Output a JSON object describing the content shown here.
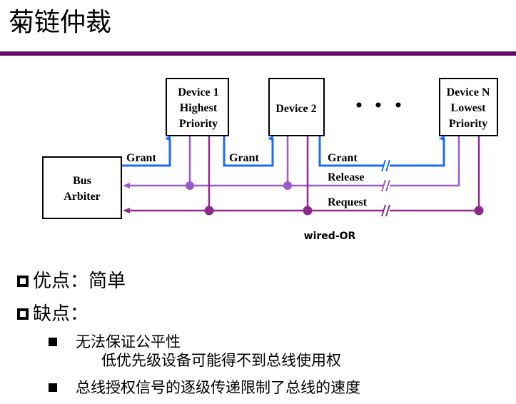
{
  "slide": {
    "title": "菊链仲裁",
    "accent_color": "#660a6e"
  },
  "diagram": {
    "arbiter": {
      "line1": "Bus",
      "line2": "Arbiter"
    },
    "devices": [
      {
        "id": "device-1",
        "lines": [
          "Device 1",
          "Highest",
          "Priority"
        ]
      },
      {
        "id": "device-2",
        "lines": [
          "Device 2"
        ]
      },
      {
        "id": "device-n",
        "lines": [
          "Device N",
          "Lowest",
          "Priority"
        ]
      }
    ],
    "ellipsis": "• • •",
    "signals": {
      "grant": "Grant",
      "release": "Release",
      "request": "Request"
    },
    "wired_or_label": "wired-OR",
    "colors": {
      "grant": "#1a6cf5",
      "release": "#9b59d0",
      "request": "#8e2a8e",
      "box_border": "#000000"
    }
  },
  "content": {
    "pros": {
      "label": "优点：简单"
    },
    "cons": {
      "label": "缺点：",
      "items": [
        {
          "text": "无法保证公平性",
          "sub": "低优先级设备可能得不到总线使用权"
        },
        {
          "text": "总线授权信号的逐级传递限制了总线的速度"
        }
      ]
    }
  }
}
